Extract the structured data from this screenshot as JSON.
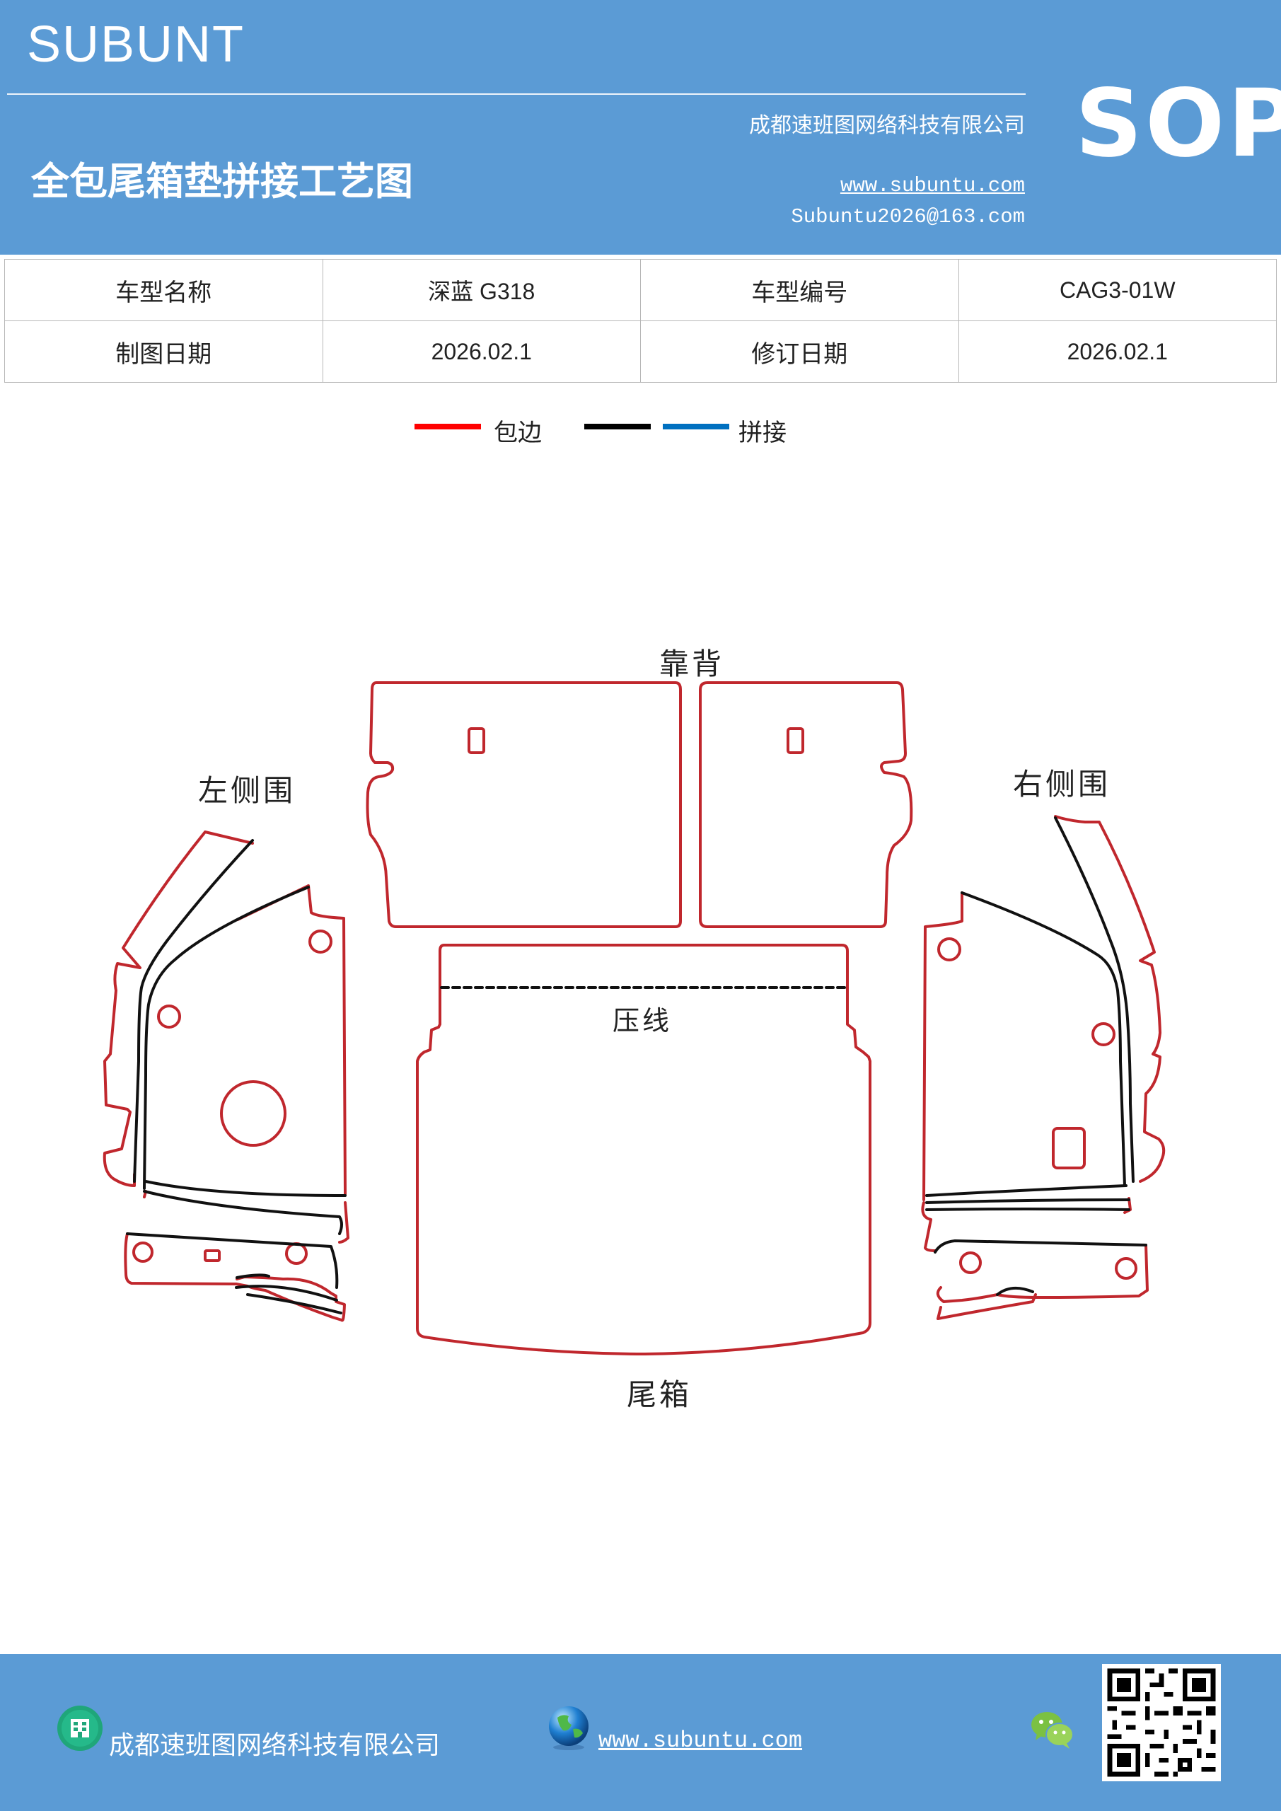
{
  "header": {
    "brand": "SUBUNT",
    "company": "成都速班图网络科技有限公司",
    "title": "全包尾箱垫拼接工艺图",
    "website": "www.subuntu.com",
    "email": "Subuntu2026@163.com",
    "badge": "SOP"
  },
  "info_table": {
    "rows": [
      [
        "车型名称",
        "深蓝 G318",
        "车型编号",
        "CAG3-01W"
      ],
      [
        "制图日期",
        "2026.02.1",
        "修订日期",
        "2026.02.1"
      ]
    ]
  },
  "legend": {
    "items": [
      {
        "label": "包边",
        "color": "#ff0000"
      },
      {
        "label": "",
        "color": "#000000"
      },
      {
        "label": "拼接",
        "color": "#0070c0"
      }
    ]
  },
  "diagram": {
    "labels": {
      "backrest": "靠背",
      "left_side": "左侧围",
      "right_side": "右侧围",
      "press_line": "压线",
      "trunk": "尾箱"
    },
    "colors": {
      "edge": "#c0272d",
      "seam": "#111111"
    }
  },
  "footer": {
    "company": "成都速班图网络科技有限公司",
    "website": "www.subuntu.com ",
    "icons": [
      "building-icon",
      "globe-icon",
      "wechat-icon",
      "qr-code"
    ]
  }
}
